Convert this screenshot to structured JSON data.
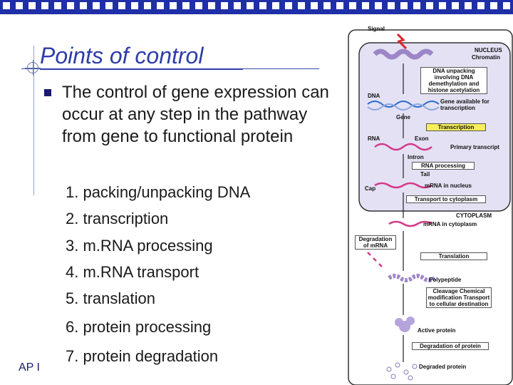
{
  "slide": {
    "title": "Points of control",
    "bullet": "The control of gene expression can occur at any step in the pathway from gene to functional protein",
    "steps": [
      "1.  packing/unpacking DNA",
      "2.  transcription",
      "3.  m.RNA processing",
      "4.  m.RNA transport",
      "5.  translation",
      "6.  protein processing",
      "7.  protein degradation"
    ],
    "footer": "AP I"
  },
  "figure": {
    "signal": "Signal",
    "nucleus": "NUCLEUS",
    "chromatin": "Chromatin",
    "dna_unpacking": "DNA unpacking involving DNA demethylation and histone acetylation",
    "dna": "DNA",
    "gene_available": "Gene available for transcription",
    "gene": "Gene",
    "transcription": "Transcription",
    "rna": "RNA",
    "exon": "Exon",
    "primary_transcript": "Primary transcript",
    "intron": "Intron",
    "rna_processing": "RNA processing",
    "tail": "Tail",
    "cap": "Cap",
    "mrna_nucleus": "mRNA in nucleus",
    "transport": "Transport to cytoplasm",
    "cytoplasm": "CYTOPLASM",
    "mrna_cytoplasm": "mRNA in cytoplasm",
    "degradation_mrna": "Degradation of mRNA",
    "translation": "Translation",
    "polypeptide": "Polypeptide",
    "cleavage": "Cleavage Chemical modification Transport to cellular destination",
    "active_protein": "Active protein",
    "degradation_protein": "Degradation of protein",
    "degraded_protein": "Degraded protein"
  },
  "colors": {
    "accent": "#2e3da8",
    "topbar": "#1f2fa8",
    "nucleus_fill": "#e4e1f4",
    "highlight": "#f6ee5a"
  }
}
